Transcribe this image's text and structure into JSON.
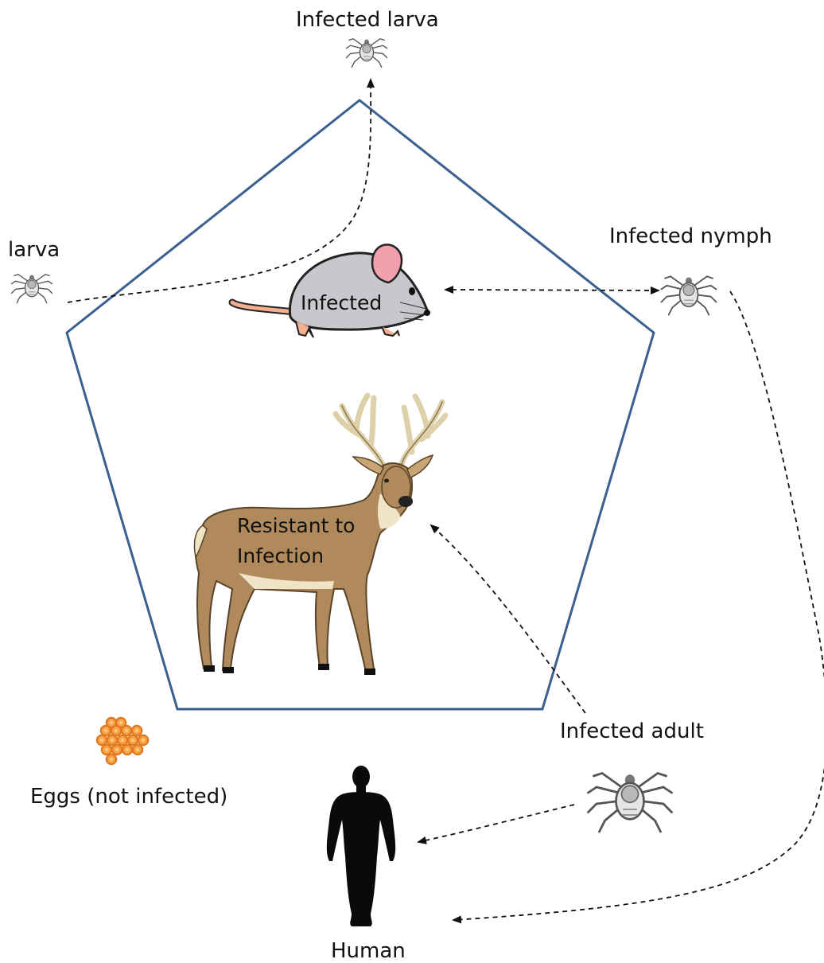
{
  "labels": {
    "infected_larva": "Infected larva",
    "larva": "larva",
    "infected_nymph": "Infected nymph",
    "infected_mouse": "Infected",
    "deer_line1": "Resistant to",
    "deer_line2": "Infection",
    "infected_adult": "Infected adult",
    "eggs": "Eggs (not infected)",
    "human": "Human"
  },
  "colors": {
    "pentagon_stroke": "#3b5f8f",
    "arrow": "#111111",
    "mouse_body": "#c8c8cc",
    "mouse_ear": "#f2a0ae",
    "mouse_tail": "#f4b08e",
    "deer_body": "#b08a5c",
    "deer_light": "#efe4c6",
    "deer_antler": "#ded0a8",
    "egg_fill": "#f7a046",
    "egg_stroke": "#e07820",
    "human": "#0a0a0a",
    "tick": "#555555"
  },
  "icons": [
    "tick-icon",
    "mouse-icon",
    "deer-icon",
    "eggs-icon",
    "human-silhouette-icon"
  ]
}
